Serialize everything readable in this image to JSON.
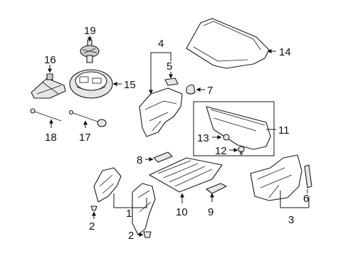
{
  "callouts": {
    "c1": "1",
    "c2a": "2",
    "c2b": "2",
    "c3": "3",
    "c4": "4",
    "c5": "5",
    "c6": "6",
    "c7": "7",
    "c8": "8",
    "c9": "9",
    "c10": "10",
    "c11": "11",
    "c12": "12",
    "c13": "13",
    "c14": "14",
    "c15": "15",
    "c16": "16",
    "c17": "17",
    "c18": "18",
    "c19": "19"
  }
}
